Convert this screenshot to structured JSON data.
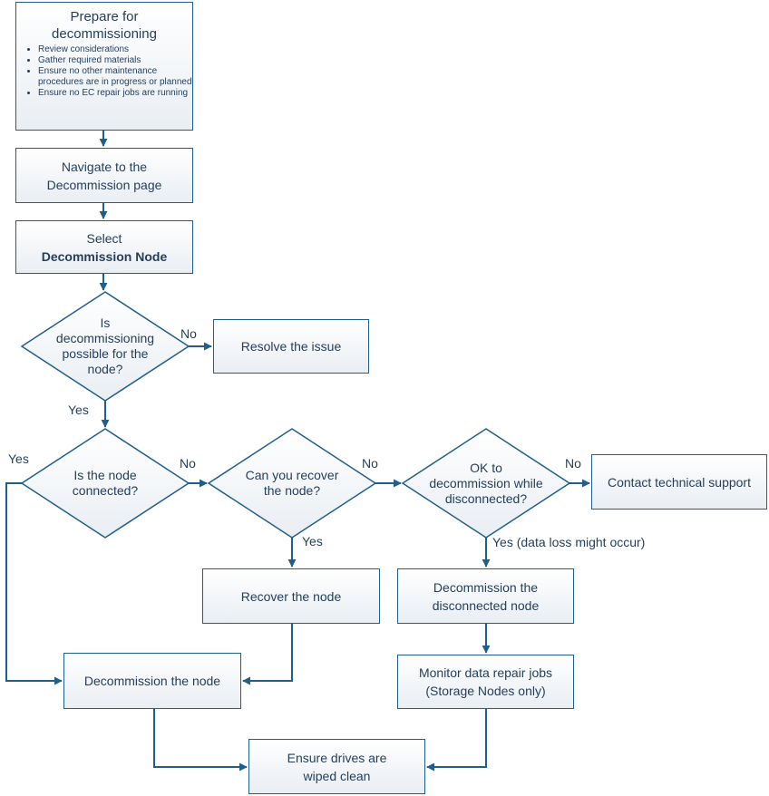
{
  "boxes": {
    "prepare": {
      "title_line1": "Prepare for",
      "title_line2": "decommissioning",
      "bullets": [
        "Review considerations",
        "Gather required materials",
        "Ensure no other maintenance procedures are in progress or planned",
        "Ensure no EC repair jobs are running"
      ]
    },
    "navigate": {
      "line1": "Navigate to the",
      "line2": "Decommission page"
    },
    "select": {
      "line1": "Select",
      "line2": "Decommission Node"
    },
    "resolve": {
      "label": "Resolve the issue"
    },
    "contact": {
      "label": "Contact technical support"
    },
    "recover": {
      "label": "Recover the node"
    },
    "decom_disconnected": {
      "line1": "Decommission the",
      "line2": "disconnected node"
    },
    "decom_node": {
      "label": "Decommission the node"
    },
    "monitor": {
      "line1": "Monitor data repair jobs",
      "line2": "(Storage Nodes only)"
    },
    "ensure": {
      "line1": "Ensure drives are",
      "line2": "wiped clean"
    }
  },
  "decisions": {
    "possible": {
      "lines": [
        "Is",
        "decommissioning",
        "possible for the",
        "node?"
      ]
    },
    "connected": {
      "lines": [
        "Is the node",
        "connected?"
      ]
    },
    "recover": {
      "lines": [
        "Can you recover",
        "the node?"
      ]
    },
    "ok": {
      "lines": [
        "OK to",
        "decommission while",
        "disconnected?"
      ]
    }
  },
  "edge_labels": {
    "possible_no": "No",
    "possible_yes": "Yes",
    "connected_yes": "Yes",
    "connected_no": "No",
    "recover_no": "No",
    "recover_yes": "Yes",
    "ok_no": "No",
    "ok_yes": "Yes (data loss might occur)"
  },
  "colors": {
    "line": "#1f5f8b",
    "box_border": "#1f5f8b",
    "text": "#243f5c",
    "box_fill_bottom": "#e9eef3"
  }
}
